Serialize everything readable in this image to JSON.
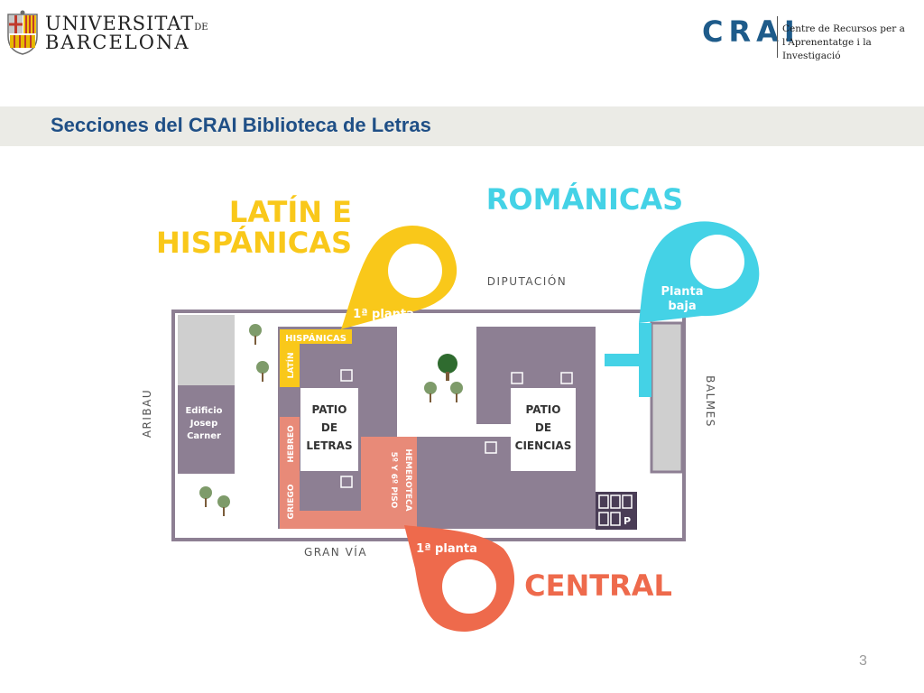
{
  "header": {
    "ub_line1": "UNIVERSITAT",
    "ub_de": "DE",
    "ub_line2": "BARCELONA",
    "crai_logo": "CRAI",
    "crai_line1": "Centre de Recursos per a",
    "crai_line2": "l'Aprenentatge i la Investigació"
  },
  "title": "Secciones del CRAI Biblioteca de Letras",
  "map": {
    "section_latin": [
      "LATÍN E",
      "HISPÁNICAS"
    ],
    "section_romanicas": "ROMÁNICAS",
    "section_central": "CENTRAL",
    "pin_latin": "1ª planta",
    "pin_romanicas": [
      "Planta",
      "baja"
    ],
    "pin_central": "1ª planta",
    "streets": {
      "north": "DIPUTACIÓN",
      "south": "GRAN VÍA",
      "west": "ARIBAU",
      "east": "BALMES"
    },
    "building_annex": [
      "Edificio",
      "Josep",
      "Carner"
    ],
    "patio_letras": [
      "PATIO",
      "DE",
      "LETRAS"
    ],
    "patio_ciencias": [
      "PATIO",
      "DE",
      "CIENCIAS"
    ],
    "labels": {
      "hispanicas": "HISPÁNICAS",
      "latin": "LATÍN",
      "hebreo": "HEBREO",
      "griego": "GRIEGO",
      "hemeroteca": "HEMEROTECA",
      "piso": "5º Y 6º PISO"
    },
    "parking": "P"
  },
  "page_number": "3",
  "colors": {
    "title_blue": "#1f4f86",
    "crai_blue": "#1e5b8a",
    "yellow": "#f9c81a",
    "cyan": "#44d2e6",
    "coral": "#ee6a4c",
    "salmon": "#e88a78",
    "purple": "#8d7f93",
    "grey": "#cfcfcf"
  }
}
